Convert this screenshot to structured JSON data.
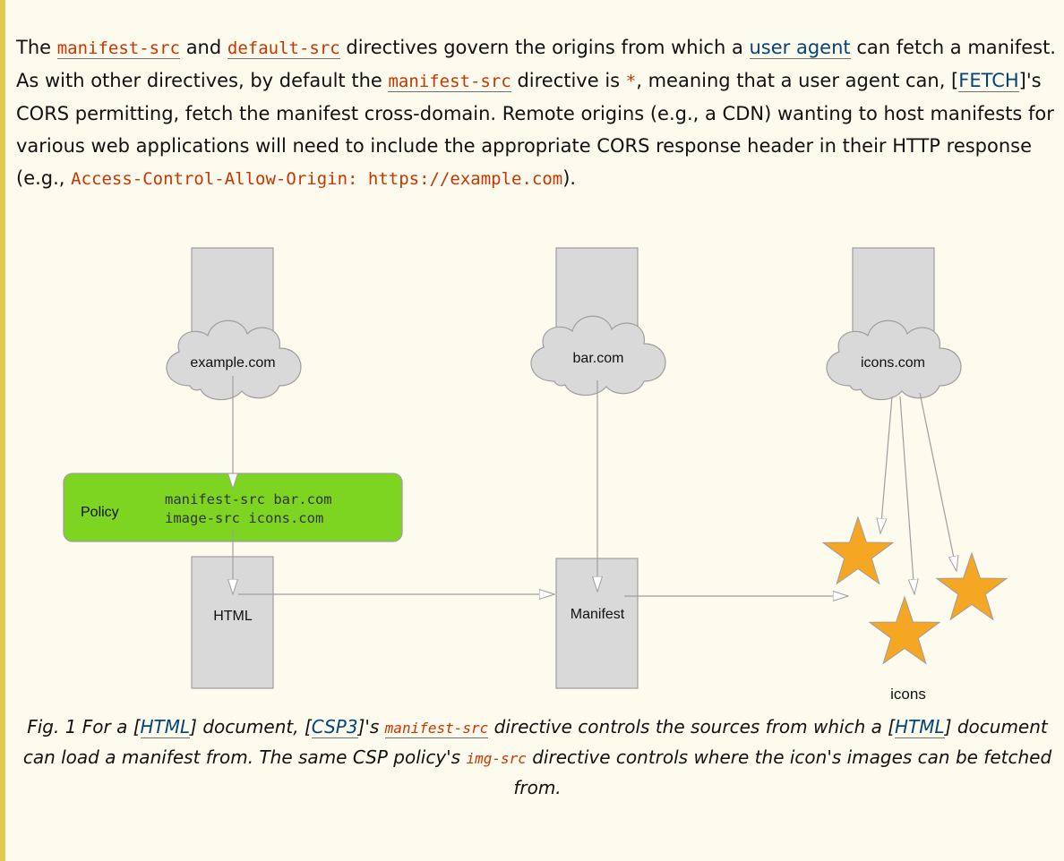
{
  "paragraph": {
    "t1": "The ",
    "manifest_src": "manifest-src",
    "t2": " and ",
    "default_src": "default-src",
    "t3": " directives govern the origins from which a ",
    "user_agent": "user agent",
    "t4": " can fetch a manifest. As with other directives, by default the ",
    "manifest_src_2": "manifest-src",
    "t5": " directive is ",
    "star": "*",
    "t6": ", meaning that a user agent can, [",
    "fetch": "FETCH",
    "t7": "]'s CORS permitting, fetch the manifest cross-domain. Remote origins (e.g., a CDN) wanting to host manifests for various web applications will need to include the appropriate CORS response header in their HTTP response (e.g., ",
    "header_example": "Access-Control-Allow-Origin: https://example.com",
    "t8": ")."
  },
  "diagram": {
    "origins": {
      "example": "example.com",
      "bar": "bar.com",
      "icons": "icons.com"
    },
    "policy": {
      "label": "Policy",
      "line1": "manifest-src bar.com",
      "line2": "image-src icons.com"
    },
    "html_label": "HTML",
    "manifest_label": "Manifest",
    "icons_label": "icons",
    "colors": {
      "server_fill": "#d9d9d9",
      "server_stroke": "#9e9e9e",
      "policy_fill": "#7dd522",
      "star_fill": "#f5a623",
      "arrow": "#9e9e9e"
    }
  },
  "caption": {
    "t1": "Fig. 1 For a [",
    "html_1": "HTML",
    "t2": "] document, [",
    "csp3": "CSP3",
    "t3": "]'s ",
    "manifest_src": "manifest-src",
    "t4": " directive controls the sources from which a [",
    "html_2": "HTML",
    "t5": "] document can load a manifest from. The same CSP policy's ",
    "img_src": "img-src",
    "t6": " directive controls where the icon's images can be fetched from."
  }
}
